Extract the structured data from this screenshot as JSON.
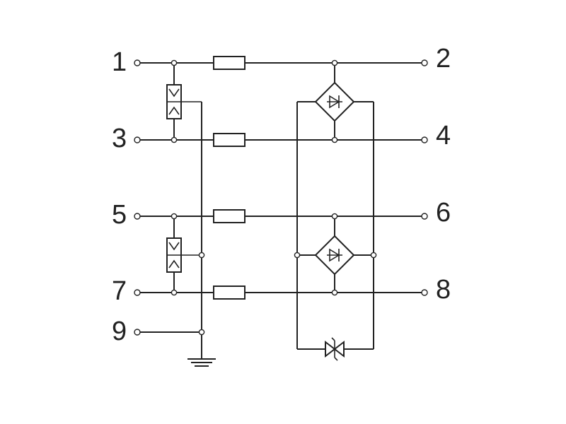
{
  "diagram": {
    "terminals_left": [
      "1",
      "3",
      "5",
      "7",
      "9"
    ],
    "terminals_right": [
      "2",
      "4",
      "6",
      "8"
    ]
  },
  "colors": {
    "line": "#222222",
    "background": "#ffffff"
  }
}
